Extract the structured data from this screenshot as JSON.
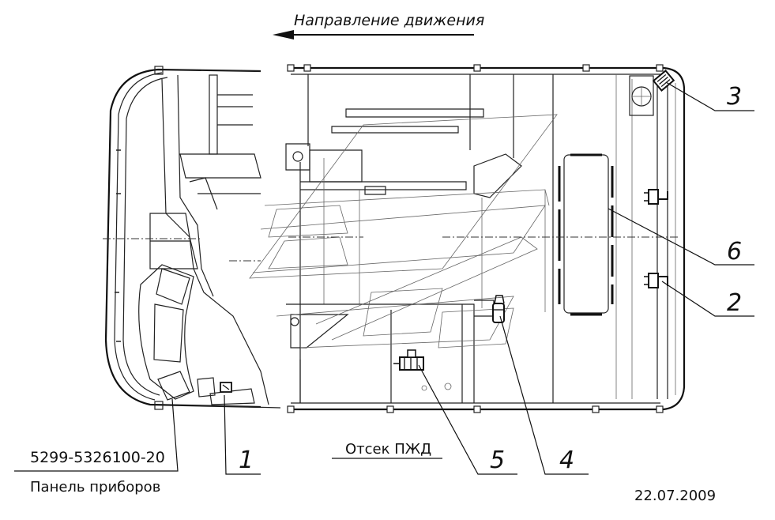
{
  "header": {
    "direction_label": "Направление движения"
  },
  "part": {
    "number": "5299-5326100-20",
    "name": "Панель приборов"
  },
  "compartment_label": "Отсек ПЖД",
  "callouts": [
    "1",
    "2",
    "3",
    "4",
    "5",
    "6"
  ],
  "footer": {
    "date": "22.07.2009"
  }
}
